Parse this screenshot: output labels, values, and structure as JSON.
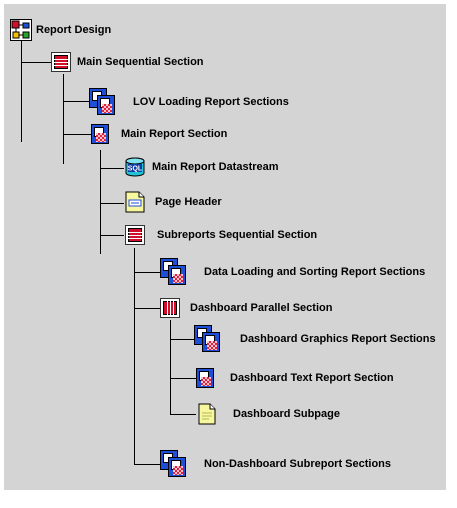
{
  "tree": {
    "root": {
      "label": "Report Design",
      "icon": "report-design-icon"
    },
    "main_sequential": {
      "label": "Main Sequential Section",
      "icon": "sequential-section-icon"
    },
    "lov_loading": {
      "label": "LOV Loading Report Sections",
      "icon": "report-sections-icon"
    },
    "main_report": {
      "label": "Main Report Section",
      "icon": "report-section-icon"
    },
    "datastream": {
      "label": "Main Report Datastream",
      "icon": "sql-datastream-icon"
    },
    "page_header": {
      "label": "Page Header",
      "icon": "page-header-icon"
    },
    "subreports_sequential": {
      "label": "Subreports Sequential Section",
      "icon": "sequential-section-icon"
    },
    "data_loading": {
      "label": "Data Loading and Sorting Report Sections",
      "icon": "report-sections-icon"
    },
    "dashboard_parallel": {
      "label": "Dashboard Parallel Section",
      "icon": "parallel-section-icon"
    },
    "dashboard_graphics": {
      "label": "Dashboard Graphics Report Sections",
      "icon": "report-sections-icon"
    },
    "dashboard_text": {
      "label": "Dashboard Text Report Section",
      "icon": "report-section-icon"
    },
    "dashboard_subpage": {
      "label": "Dashboard Subpage",
      "icon": "subpage-icon"
    },
    "non_dashboard": {
      "label": "Non-Dashboard Subreport Sections",
      "icon": "report-sections-icon"
    }
  },
  "colors": {
    "background": "#d4d4d4",
    "section_red": "#d10f2a",
    "report_blue": "#1f4fd6",
    "page_yellow": "#f7f7a0",
    "sql_cyan": "#21c3d6",
    "line": "#000000"
  }
}
